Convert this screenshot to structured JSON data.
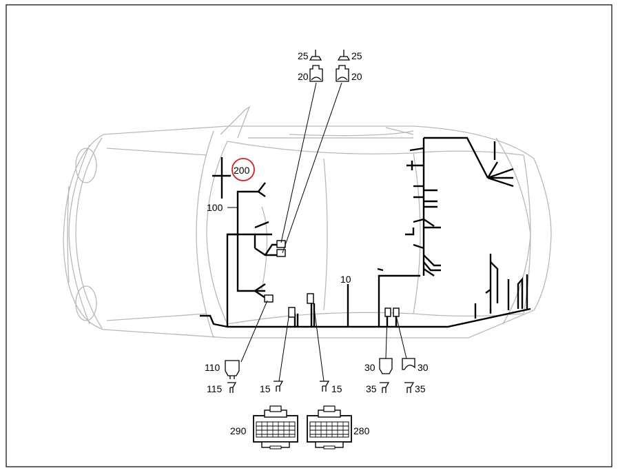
{
  "callouts": {
    "c25_left": "25",
    "c25_right": "25",
    "c20_left": "20",
    "c20_right": "20",
    "c200": "200",
    "c100": "100",
    "c10": "10",
    "c110": "110",
    "c115": "115",
    "c15_left": "15",
    "c15_right": "15",
    "c30_left": "30",
    "c30_right": "30",
    "c35_left": "35",
    "c35_right": "35",
    "c290": "290",
    "c280": "280"
  },
  "colors": {
    "line": "#000000",
    "outline": "#b8b8b8",
    "highlight": "#d42020"
  }
}
